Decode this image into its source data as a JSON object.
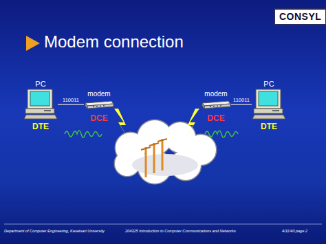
{
  "diagram": {
    "title": "Modem connection",
    "nodes": [
      {
        "text": [
          "CONSYL"
        ]
      },
      {
        "text": [
          "PC",
          "DTE"
        ]
      },
      {
        "text": [
          "modem",
          "DCE"
        ]
      },
      {
        "text": [
          "modem",
          "DCE"
        ]
      },
      {
        "text": [
          "PC",
          "DTE"
        ]
      }
    ],
    "edges": [
      {
        "from": 1,
        "to": 2,
        "arrow": "none",
        "label": "110011"
      },
      {
        "from": 3,
        "to": 4,
        "arrow": "none",
        "label": "110011"
      }
    ],
    "labels": [
      "Department of Computer Engineering, Kasetsart University",
      "204325 Introduction to Computer Communications and Networks",
      "4/11/40 page 2"
    ]
  }
}
